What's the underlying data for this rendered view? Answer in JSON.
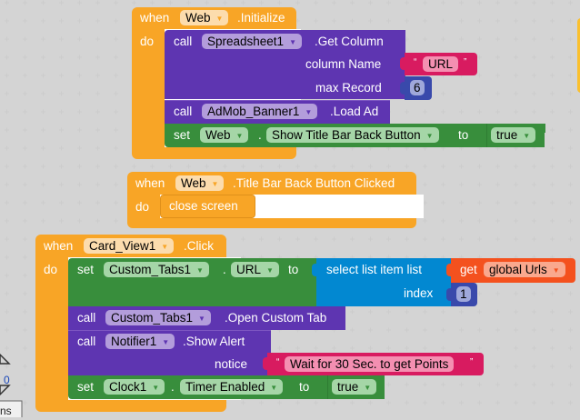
{
  "workspace": {
    "blocks": [
      {
        "id": "web-initialize",
        "when": "when",
        "component": "Web",
        "event": ".Initialize",
        "do": "do",
        "statements": [
          {
            "kind": "call",
            "keyword": "call",
            "component": "Spreadsheet1",
            "method": ".Get Column",
            "args": [
              {
                "name": "column Name",
                "value": "URL",
                "type": "text"
              },
              {
                "name": "max Record",
                "value": "6",
                "type": "number"
              }
            ]
          },
          {
            "kind": "call",
            "keyword": "call",
            "component": "AdMob_Banner1",
            "method": ".Load Ad"
          },
          {
            "kind": "set",
            "keyword": "set",
            "component": "Web",
            "dot": ".",
            "property": "Show Title Bar Back Button",
            "to": "to",
            "value": "true"
          }
        ]
      },
      {
        "id": "web-back-clicked",
        "when": "when",
        "component": "Web",
        "event": ".Title Bar Back Button Clicked",
        "do": "do",
        "statements": [
          {
            "kind": "control",
            "label": "close screen"
          }
        ]
      },
      {
        "id": "card-view-click",
        "when": "when",
        "component": "Card_View1",
        "event": ".Click",
        "do": "do",
        "statements": [
          {
            "kind": "set",
            "keyword": "set",
            "component": "Custom_Tabs1",
            "dot": ".",
            "property": "URL",
            "to": "to",
            "value_block": {
              "label": "select list item  list",
              "index_label": "index",
              "get": "get",
              "variable": "global Urls",
              "index": "1"
            }
          },
          {
            "kind": "call",
            "keyword": "call",
            "component": "Custom_Tabs1",
            "method": ".Open Custom Tab"
          },
          {
            "kind": "call",
            "keyword": "call",
            "component": "Notifier1",
            "method": ".Show Alert",
            "args": [
              {
                "name": "notice",
                "value": "Wait for 30 Sec. to get Points",
                "type": "text"
              }
            ]
          },
          {
            "kind": "set",
            "keyword": "set",
            "component": "Clock1",
            "dot": ".",
            "property": "Timer Enabled",
            "to": "to",
            "value": "true"
          }
        ]
      }
    ],
    "zoom_control": {
      "value": "0",
      "partial_label": "ns"
    },
    "colors": {
      "event": "#f8a526",
      "call": "#5e35b1",
      "set": "#388e3c",
      "list": "#0288d1",
      "text": "#d81b60",
      "number": "#3949ab",
      "variable": "#f4511e"
    },
    "quote_open": "“",
    "quote_close": "”"
  }
}
